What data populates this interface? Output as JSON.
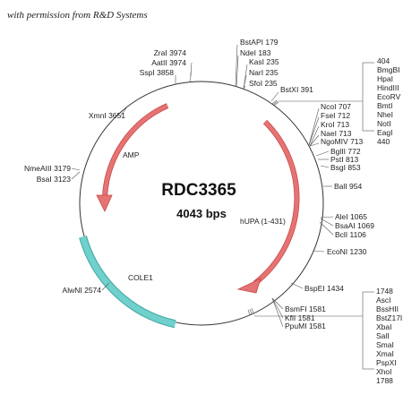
{
  "permission": "with permission from R&D Systems",
  "plasmid": {
    "name": "RDC3365",
    "size": "4043 bps"
  },
  "features": {
    "amp": "AMP",
    "hupa": "hUPA (1-431)",
    "cole1": "COLE1"
  },
  "colors": {
    "arrow": "#e57373",
    "arrow_stroke": "#c94545",
    "ori": "#6fd0cc",
    "ori_stroke": "#3fa6a2",
    "circle": "#333333"
  },
  "sites_top": [
    "ZraI 3974",
    "AatII 3974",
    "SspI 3858",
    "BstAPI 179",
    "NdeI 183",
    "KasI 235",
    "NarI 235",
    "SfoI 235"
  ],
  "sites_right": [
    "BstXI 391",
    "NcoI 707",
    "FseI 712",
    "KroI 713",
    "NaeI 713",
    "NgoMIV 713",
    "BglII 772",
    "PstI 813",
    "BsgI 853",
    "BalI 954",
    "AleI 1065",
    "BsaAI 1069",
    "BclI 1106",
    "EcoNI 1230",
    "BspEI 1434",
    "BsmFI 1581",
    "KflI 1581",
    "PpuMI 1581"
  ],
  "sites_left": [
    "XmnI 3651",
    "NmeAIII 3179",
    "BsaI 3123",
    "AlwNI 2574"
  ],
  "cluster1": {
    "start": "404",
    "enzymes": [
      "BmgBI",
      "HpaI",
      "HindIII",
      "EcoRV",
      "BmtI",
      "NheI",
      "NotI",
      "EagI"
    ],
    "end": "440"
  },
  "cluster2": {
    "start": "1748",
    "enzymes": [
      "AscI",
      "BssHII",
      "BstZ17I",
      "XbaI",
      "SalI",
      "SmaI",
      "XmaI",
      "PspXI",
      "XhoI"
    ],
    "end": "1788"
  }
}
